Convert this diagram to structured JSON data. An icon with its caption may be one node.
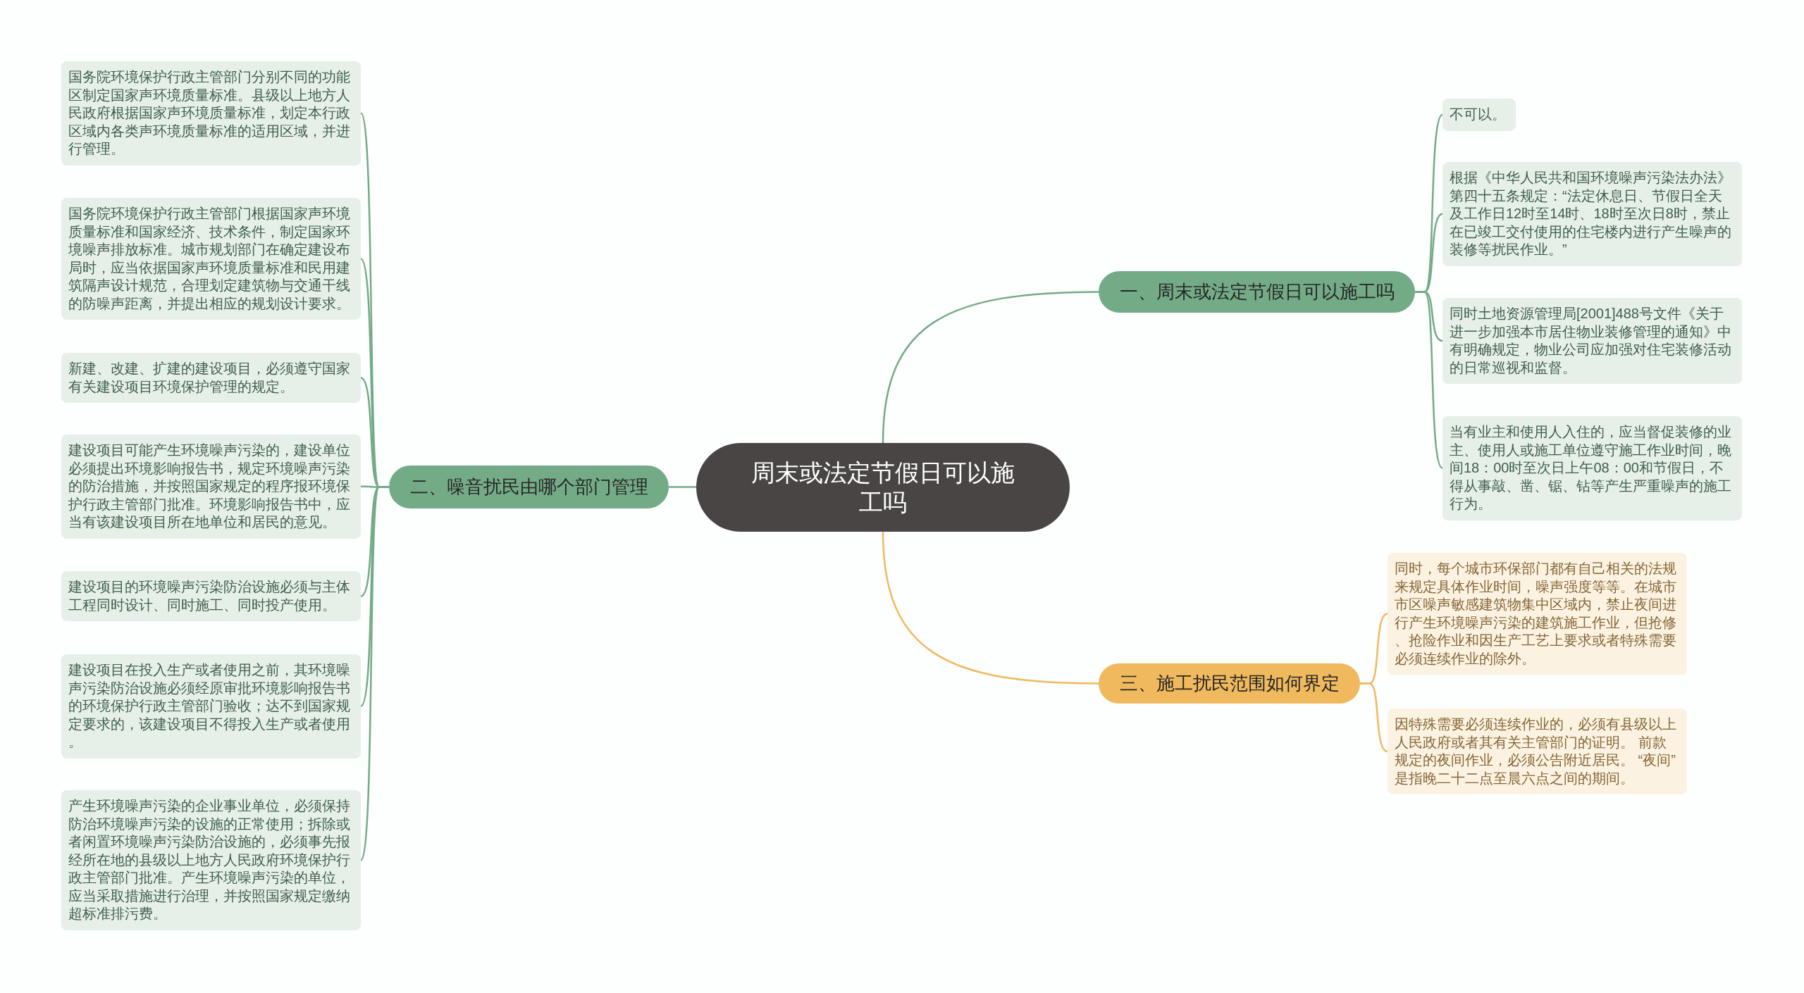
{
  "diagram": {
    "nodes": [
      {
        "text": [
          "周末或法定节假日可以施工吗"
        ]
      },
      {
        "text": [
          "一、周末或法定节假日可以施工吗"
        ]
      },
      {
        "text": [
          "不可以。"
        ]
      },
      {
        "text": [
          "根据《中华人民共和国环境噪声污染法办法》第四十五条规定：“法定休息日、节假日全天及工作日12时至14时、18时至次日8时，禁止在已竣工交付使用的住宅楼内进行产生噪声的装修等扰民作业。”"
        ]
      },
      {
        "text": [
          "同时土地资源管理局[2001]488号文件《关于进一步加强本市居住物业装修管理的通知》中有明确规定，物业公司应加强对住宅装修活动的日常巡视和监督。"
        ]
      },
      {
        "text": [
          "当有业主和使用人入住的，应当督促装修的业主、使用人或施工单位遵守施工作业时间，晚间18：00时至次日上午08：00和节假日，不得从事敲、凿、锯、钻等产生严重噪声的施工行为。"
        ]
      },
      {
        "text": [
          "二、噪音扰民由哪个部门管理"
        ]
      },
      {
        "text": [
          "国务院环境保护行政主管部门分别不同的功能区制定国家声环境质量标准。县级以上地方人民政府根据国家声环境质量标准，划定本行政区域内各类声环境质量标准的适用区域，并进行管理。"
        ]
      },
      {
        "text": [
          "国务院环境保护行政主管部门根据国家声环境质量标准和国家经济、技术条件，制定国家环境噪声排放标准。城市规划部门在确定建设布局时，应当依据国家声环境质量标准和民用建筑隔声设计规范，合理划定建筑物与交通干线的防噪声距离，并提出相应的规划设计要求。"
        ]
      },
      {
        "text": [
          "新建、改建、扩建的建设项目，必须遵守国家有关建设项目环境保护管理的规定。"
        ]
      },
      {
        "text": [
          "建设项目可能产生环境噪声污染的，建设单位必须提出环境影响报告书，规定环境噪声污染的防治措施，并按照国家规定的程序报环境保护行政主管部门批准。环境影响报告书中，应当有该建设项目所在地单位和居民的意见。"
        ]
      },
      {
        "text": [
          "建设项目的环境噪声污染防治设施必须与主体工程同时设计、同时施工、同时投产使用。"
        ]
      },
      {
        "text": [
          "建设项目在投入生产或者使用之前，其环境噪声污染防治设施必须经原审批环境影响报告书的环境保护行政主管部门验收；达不到国家规定要求的，该建设项目不得投入生产或者使用。"
        ]
      },
      {
        "text": [
          "产生环境噪声污染的企业事业单位，必须保持防治环境噪声污染的设施的正常使用；拆除或者闲置环境噪声污染防治设施的，必须事先报经所在地的县级以上地方人民政府环境保护行政主管部门批准。产生环境噪声污染的单位，应当采取措施进行治理，并按照国家规定缴纳超标准排污费。"
        ]
      },
      {
        "text": [
          "三、施工扰民范围如何界定"
        ]
      },
      {
        "text": [
          "同时，每个城市环保部门都有自己相关的法规来规定具体作业时间，噪声强度等等。在城市市区噪声敏感建筑物集中区域内，禁止夜间进行产生环境噪声污染的建筑施工作业，但抢修、抢险作业和因生产工艺上要求或者特殊需要必须连续作业的除外。"
        ]
      },
      {
        "text": [
          "因特殊需要必须连续作业的，必须有县级以上人民政府或者其有关主管部门的证明。 前款规定的夜间作业，必须公告附近居民。 “夜间”是指晚二十二点至晨六点之间的期间。"
        ]
      }
    ],
    "edges": [
      {
        "from": 0,
        "to": 1,
        "arrow": "none"
      },
      {
        "from": 1,
        "to": 2,
        "arrow": "none"
      },
      {
        "from": 1,
        "to": 3,
        "arrow": "none"
      },
      {
        "from": 1,
        "to": 4,
        "arrow": "none"
      },
      {
        "from": 1,
        "to": 5,
        "arrow": "none"
      },
      {
        "from": 0,
        "to": 6,
        "arrow": "none"
      },
      {
        "from": 6,
        "to": 7,
        "arrow": "none"
      },
      {
        "from": 6,
        "to": 8,
        "arrow": "none"
      },
      {
        "from": 6,
        "to": 9,
        "arrow": "none"
      },
      {
        "from": 6,
        "to": 10,
        "arrow": "none"
      },
      {
        "from": 6,
        "to": 11,
        "arrow": "none"
      },
      {
        "from": 6,
        "to": 12,
        "arrow": "none"
      },
      {
        "from": 6,
        "to": 13,
        "arrow": "none"
      },
      {
        "from": 0,
        "to": 14,
        "arrow": "none",
        "color": "#f0b95e"
      },
      {
        "from": 14,
        "to": 15,
        "arrow": "none",
        "color": "#f0b95e"
      },
      {
        "from": 14,
        "to": 16,
        "arrow": "none",
        "color": "#f0b95e"
      }
    ]
  }
}
